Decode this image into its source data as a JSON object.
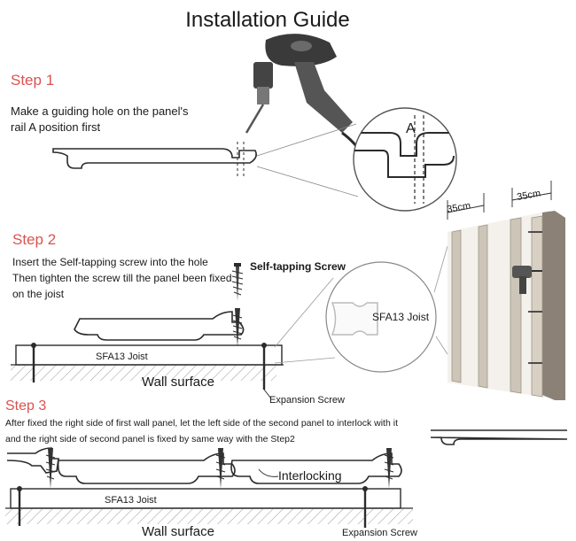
{
  "title": "Installation Guide",
  "colors": {
    "step": "#d9534f",
    "line": "#2b2b2b",
    "text": "#1a1a1a",
    "board": "#d8d0c3",
    "board_dark": "#8b8176",
    "wall": "#f4f1ec",
    "drill_body": "#3a3a3a",
    "drill_grip": "#5a5a5a"
  },
  "step1": {
    "label": "Step 1",
    "line1": "Make a guiding hole on the panel's",
    "line2": "rail A position first",
    "callout_letter": "A"
  },
  "step2": {
    "label": "Step 2",
    "line1": "Insert the Self-tapping screw into the hole",
    "line2": "Then tighten the screw till the panel been fixed",
    "line3": "on the joist",
    "screw_label": "Self-tapping Screw",
    "joist_label": "SFA13 Joist",
    "profile_label": "SFA13 Joist",
    "wall_label": "Wall surface",
    "anchor_label": "Expansion Screw"
  },
  "photo": {
    "spacing_left": "35cm",
    "spacing_right": "35cm"
  },
  "step3": {
    "label": "Step 3",
    "line1": "After fixed the right side of  first wall panel, let the left side of the second panel to  interlock with it",
    "line2": "and the right side of second panel is fixed by same way with the  Step2",
    "interlock_label": "Interlocking",
    "joist_label": "SFA13 Joist",
    "wall_label": "Wall surface",
    "anchor_label": "Expansion Screw"
  }
}
